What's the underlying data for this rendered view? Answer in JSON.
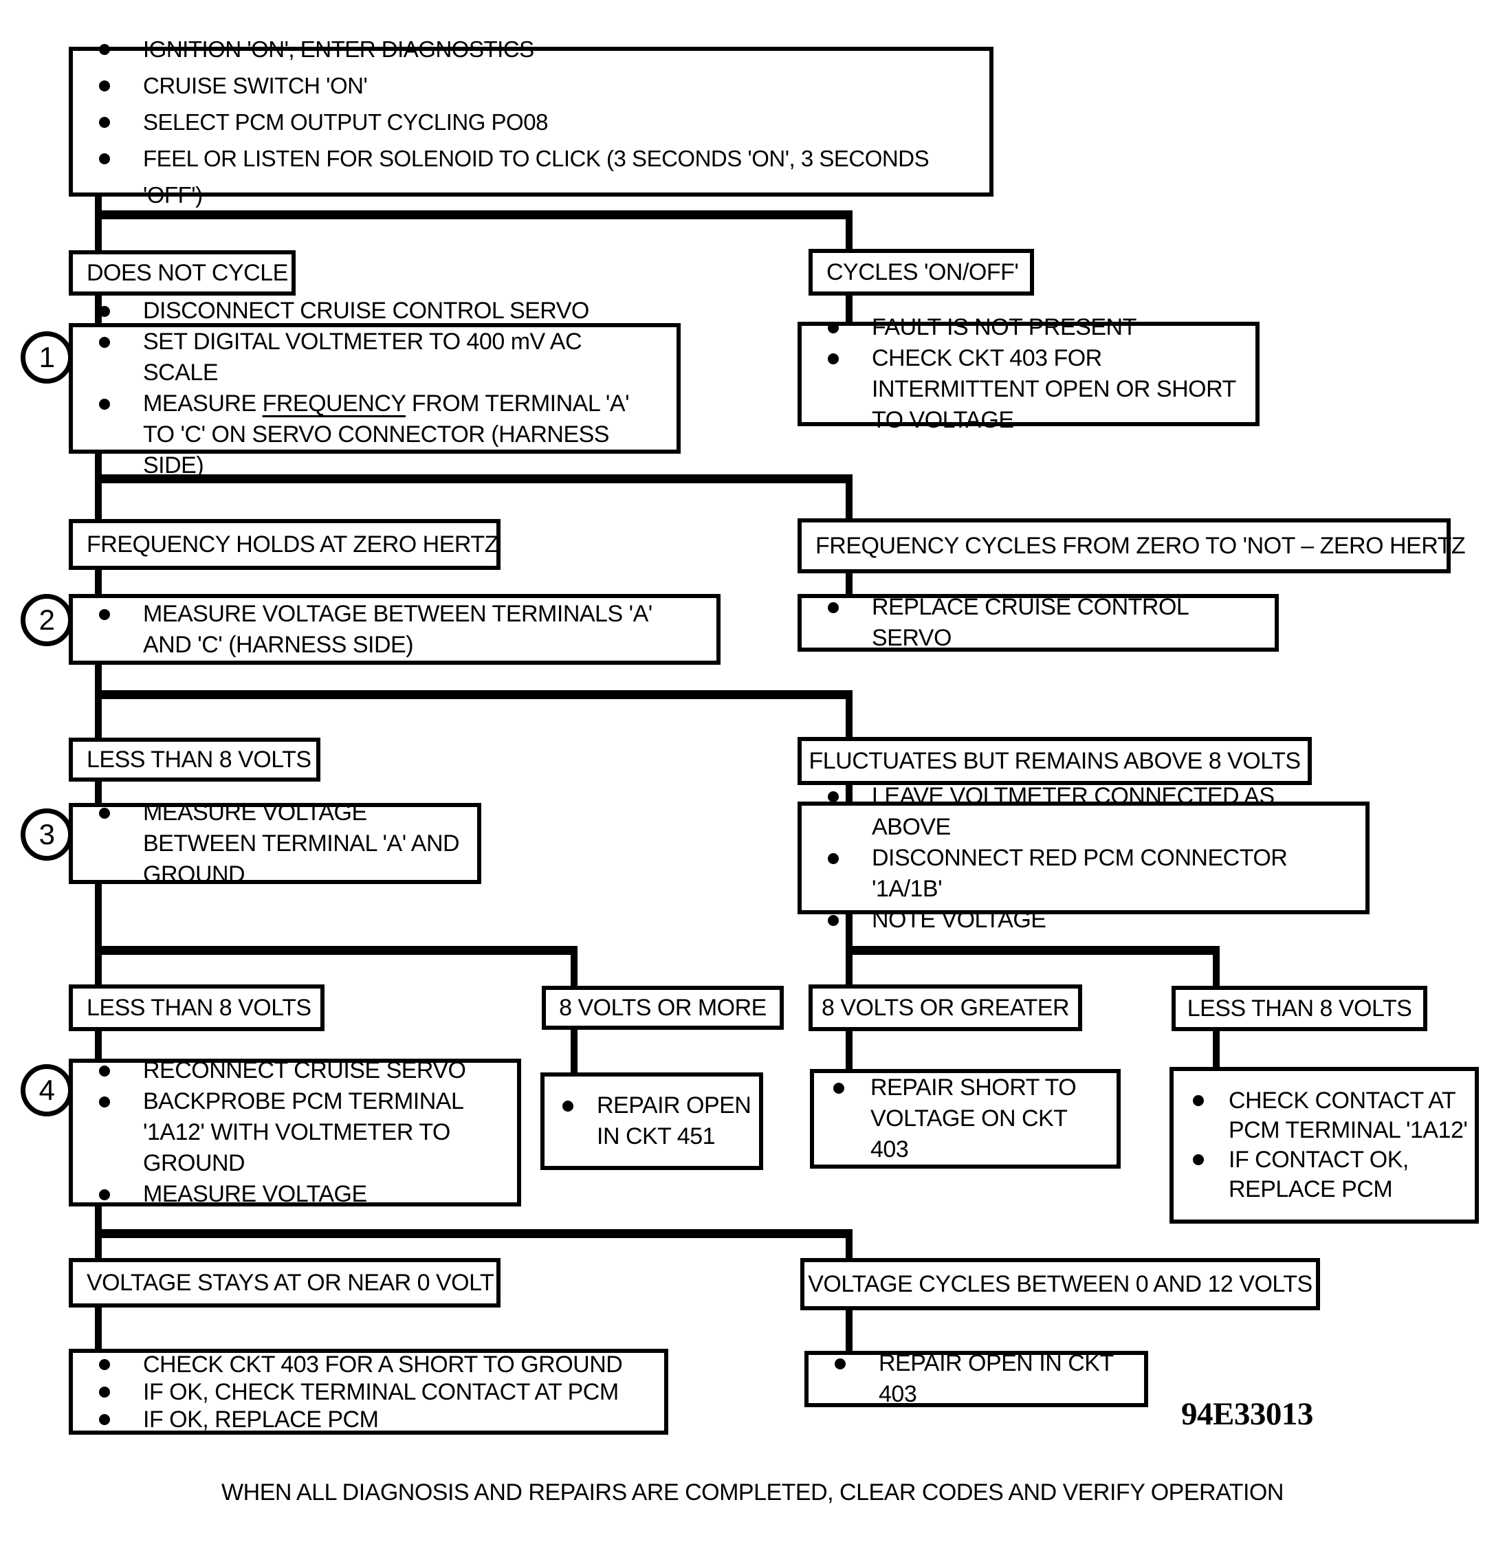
{
  "figure_code": "94E33013",
  "footer_note": "WHEN ALL DIAGNOSIS AND REPAIRS ARE COMPLETED, CLEAR CODES AND VERIFY OPERATION",
  "steps": {
    "start": {
      "bullets": [
        "IGNITION 'ON', ENTER DIAGNOSTICS",
        "CRUISE SWITCH 'ON'",
        "SELECT PCM OUTPUT CYCLING PO08",
        "FEEL OR LISTEN FOR SOLENOID TO CLICK (3 SECONDS 'ON', 3 SECONDS 'OFF')"
      ]
    },
    "does_not_cycle": {
      "label": "DOES NOT CYCLE"
    },
    "cycles_on_off": {
      "label": "CYCLES 'ON/OFF'"
    },
    "step1": {
      "number": "1",
      "bullets": [
        "DISCONNECT CRUISE CONTROL SERVO",
        "SET DIGITAL VOLTMETER TO 400 mV AC SCALE"
      ],
      "measure_prefix": "MEASURE ",
      "measure_underlined": "FREQUENCY",
      "measure_suffix": " FROM TERMINAL 'A' TO 'C' ON SERVO CONNECTOR (HARNESS SIDE)"
    },
    "fault_not_present": {
      "bullets": [
        "FAULT IS NOT PRESENT",
        "CHECK CKT 403 FOR INTERMITTENT OPEN OR SHORT TO VOLTAGE"
      ]
    },
    "freq_holds_zero": {
      "label": "FREQUENCY HOLDS AT ZERO HERTZ"
    },
    "freq_cycles": {
      "label": "FREQUENCY CYCLES FROM ZERO TO 'NOT – ZERO HERTZ"
    },
    "step2": {
      "number": "2",
      "bullets": [
        "MEASURE VOLTAGE BETWEEN TERMINALS 'A' AND 'C' (HARNESS SIDE)"
      ]
    },
    "replace_servo": {
      "bullets": [
        "REPLACE CRUISE CONTROL SERVO"
      ]
    },
    "less_8v_a": {
      "label": "LESS THAN 8 VOLTS"
    },
    "fluctuates_above_8v": {
      "label": "FLUCTUATES BUT REMAINS ABOVE 8 VOLTS"
    },
    "step3": {
      "number": "3",
      "bullets": [
        "MEASURE VOLTAGE BETWEEN TERMINAL 'A' AND GROUND"
      ]
    },
    "leave_voltmeter": {
      "bullets": [
        "LEAVE VOLTMETER CONNECTED AS ABOVE",
        "DISCONNECT RED PCM CONNECTOR '1A/1B'",
        "NOTE VOLTAGE"
      ]
    },
    "less_8v_b": {
      "label": "LESS THAN 8 VOLTS"
    },
    "eight_v_or_more": {
      "label": "8 VOLTS OR MORE"
    },
    "eight_v_or_greater": {
      "label": "8 VOLTS OR GREATER"
    },
    "less_8v_c": {
      "label": "LESS THAN 8 VOLTS"
    },
    "step4": {
      "number": "4",
      "bullets": [
        "RECONNECT CRUISE SERVO",
        "BACKPROBE PCM TERMINAL '1A12' WITH VOLTMETER TO GROUND",
        "MEASURE VOLTAGE"
      ]
    },
    "repair_open_451": {
      "bullets": [
        "REPAIR OPEN IN CKT 451"
      ]
    },
    "repair_short_403": {
      "bullets": [
        "REPAIR SHORT TO VOLTAGE ON CKT 403"
      ]
    },
    "check_contact_1a12": {
      "bullets": [
        "CHECK CONTACT AT PCM TERMINAL '1A12'",
        "IF CONTACT OK, REPLACE PCM"
      ]
    },
    "voltage_near_0": {
      "label": "VOLTAGE STAYS AT OR NEAR 0 VOLT"
    },
    "voltage_cycles_0_12": {
      "label": "VOLTAGE CYCLES BETWEEN 0 AND 12 VOLTS"
    },
    "check_ckt_403_ground": {
      "bullets": [
        "CHECK CKT 403 FOR A SHORT TO GROUND",
        "IF OK, CHECK TERMINAL CONTACT AT PCM",
        "IF OK, REPLACE PCM"
      ]
    },
    "repair_open_403": {
      "bullets": [
        "REPAIR OPEN IN CKT 403"
      ]
    }
  }
}
